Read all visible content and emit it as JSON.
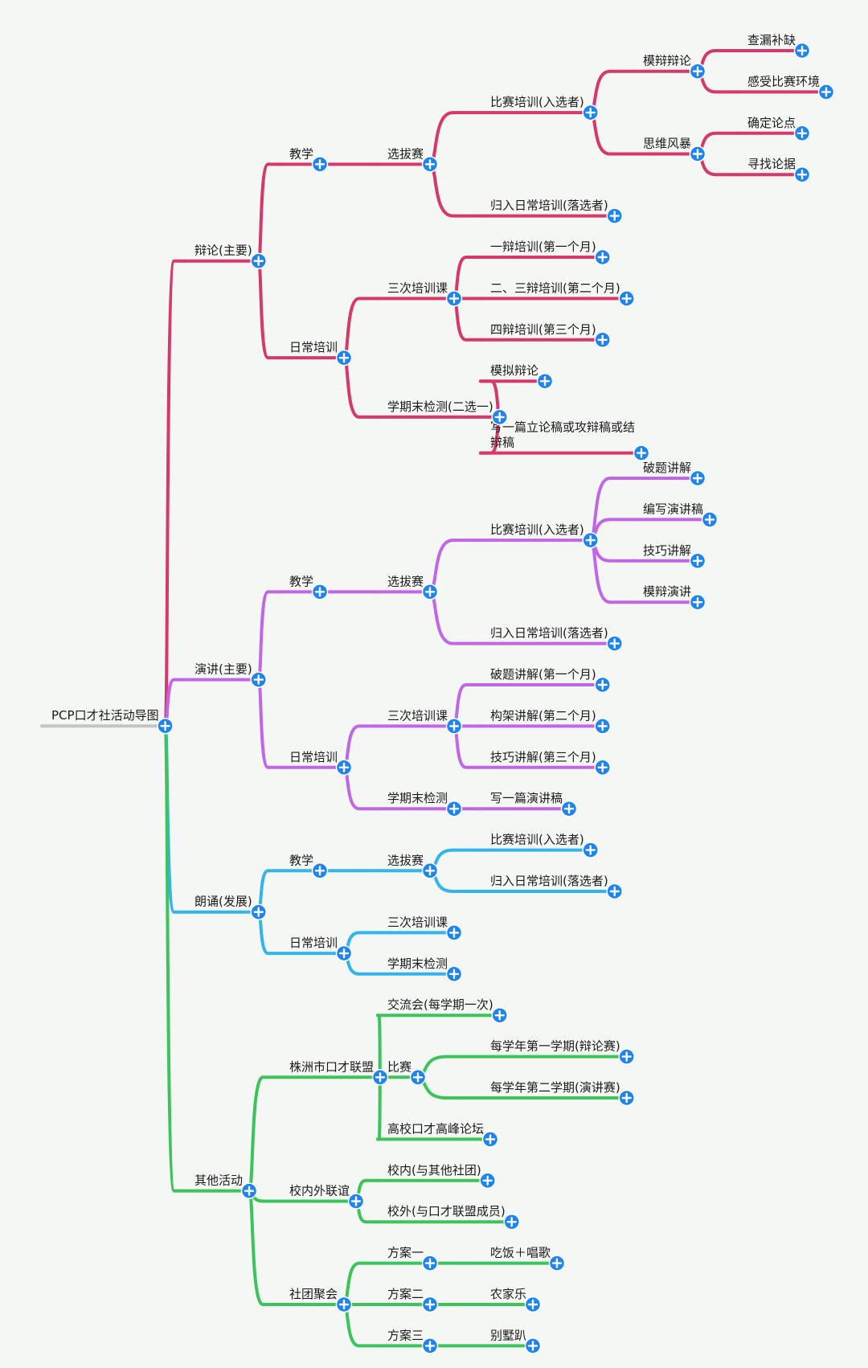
{
  "colors": {
    "branch1": "#d6386b",
    "branch2": "#c066e6",
    "branch3": "#33b4ec",
    "branch4": "#3cc45a",
    "root_line": "#c4c4c4",
    "button": "#1e84ee"
  },
  "icon": "plus-circle-icon",
  "root": {
    "text": "PCP口才社活动导图",
    "children": [
      {
        "text": "辩论(主要)",
        "children": [
          {
            "text": "教学",
            "children": [
              {
                "text": "选拔赛",
                "children": [
                  {
                    "text": "比赛培训(入选者)",
                    "children": [
                      {
                        "text": "模辩辩论",
                        "children": [
                          {
                            "text": "查漏补缺"
                          },
                          {
                            "text": "感受比赛环境"
                          }
                        ]
                      },
                      {
                        "text": "思维风暴",
                        "children": [
                          {
                            "text": "确定论点"
                          },
                          {
                            "text": "寻找论据"
                          }
                        ]
                      }
                    ]
                  },
                  {
                    "text": "归入日常培训(落选者)"
                  }
                ]
              }
            ]
          },
          {
            "text": "日常培训",
            "children": [
              {
                "text": "三次培训课",
                "children": [
                  {
                    "text": "一辩培训(第一个月)"
                  },
                  {
                    "text": "二、三辩培训(第二个月)"
                  },
                  {
                    "text": "四辩培训(第三个月)"
                  }
                ]
              },
              {
                "text": "学期末检测(二选一)",
                "children": [
                  {
                    "text": "模拟辩论"
                  },
                  {
                    "text": "写一篇立论稿或攻辩稿或结辩稿"
                  }
                ]
              }
            ]
          }
        ]
      },
      {
        "text": "演讲(主要)",
        "children": [
          {
            "text": "教学",
            "children": [
              {
                "text": "选拔赛",
                "children": [
                  {
                    "text": "比赛培训(入选者)",
                    "children": [
                      {
                        "text": "破题讲解"
                      },
                      {
                        "text": "编写演讲稿"
                      },
                      {
                        "text": "技巧讲解"
                      },
                      {
                        "text": "模辩演讲"
                      }
                    ]
                  },
                  {
                    "text": "归入日常培训(落选者)"
                  }
                ]
              }
            ]
          },
          {
            "text": "日常培训",
            "children": [
              {
                "text": "三次培训课",
                "children": [
                  {
                    "text": "破题讲解(第一个月)"
                  },
                  {
                    "text": "构架讲解(第二个月)"
                  },
                  {
                    "text": "技巧讲解(第三个月)"
                  }
                ]
              },
              {
                "text": "学期末检测",
                "children": [
                  {
                    "text": "写一篇演讲稿"
                  }
                ]
              }
            ]
          }
        ]
      },
      {
        "text": "朗诵(发展)",
        "children": [
          {
            "text": "教学",
            "children": [
              {
                "text": "选拔赛",
                "children": [
                  {
                    "text": "比赛培训(入选者)"
                  },
                  {
                    "text": "归入日常培训(落选者)"
                  }
                ]
              }
            ]
          },
          {
            "text": "日常培训",
            "children": [
              {
                "text": "三次培训课"
              },
              {
                "text": "学期末检测"
              }
            ]
          }
        ]
      },
      {
        "text": "其他活动",
        "children": [
          {
            "text": "株洲市口才联盟",
            "children": [
              {
                "text": "交流会(每学期一次)"
              },
              {
                "text": "比赛",
                "children": [
                  {
                    "text": "每学年第一学期(辩论赛)"
                  },
                  {
                    "text": "每学年第二学期(演讲赛)"
                  }
                ]
              },
              {
                "text": "高校口才高峰论坛"
              }
            ]
          },
          {
            "text": "校内外联谊",
            "children": [
              {
                "text": "校内(与其他社团)"
              },
              {
                "text": "校外(与口才联盟成员)"
              }
            ]
          },
          {
            "text": "社团聚会",
            "children": [
              {
                "text": "方案一",
                "children": [
                  {
                    "text": "吃饭＋唱歌"
                  }
                ]
              },
              {
                "text": "方案二",
                "children": [
                  {
                    "text": "农家乐"
                  }
                ]
              },
              {
                "text": "方案三",
                "children": [
                  {
                    "text": "别墅趴"
                  }
                ]
              }
            ]
          }
        ]
      }
    ]
  }
}
